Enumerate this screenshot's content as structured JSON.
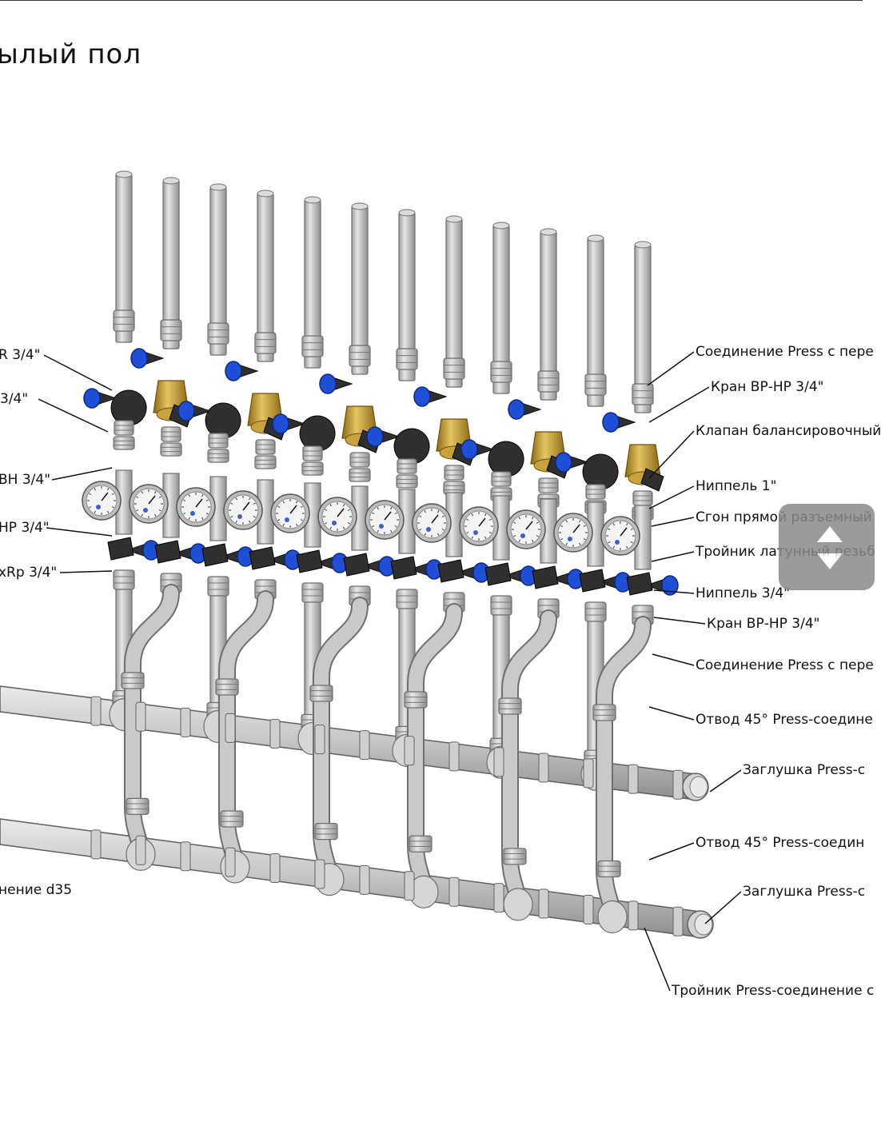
{
  "title": "ылый пол",
  "colors": {
    "pipe": "#c9c9c9",
    "pipe_stroke": "#6f6f6f",
    "valve_handle": "#2f2f2f",
    "valve_blue": "#1f4fd6",
    "brass": "#c8a23a",
    "gauge_face": "#f4f4f4"
  },
  "labels": {
    "left": [
      "R 3/4\"",
      " 3/4\"",
      "ВН 3/4\"",
      "НР 3/4\"",
      "хRp 3/4\"",
      "нение d35"
    ],
    "right": [
      "Соединение Press с пере",
      "Кран ВР-НР 3/4\"",
      "Клапан балансировочный",
      "Ниппель 1\"",
      "Сгон прямой разъемный",
      "Тройник латунный резьб",
      "Ниппель 3/4\"",
      "Кран ВР-НР 3/4\"",
      "Соединение Press с пере",
      "Отвод 45° Press-соедине",
      "Заглушка Press-с",
      "Отвод 45° Press-соедин",
      "Заглушка Press-с",
      "Тройник Press-соединение с"
    ]
  },
  "icons": {
    "scroll_up": "chevron-up-icon",
    "scroll_down": "chevron-down-icon"
  }
}
